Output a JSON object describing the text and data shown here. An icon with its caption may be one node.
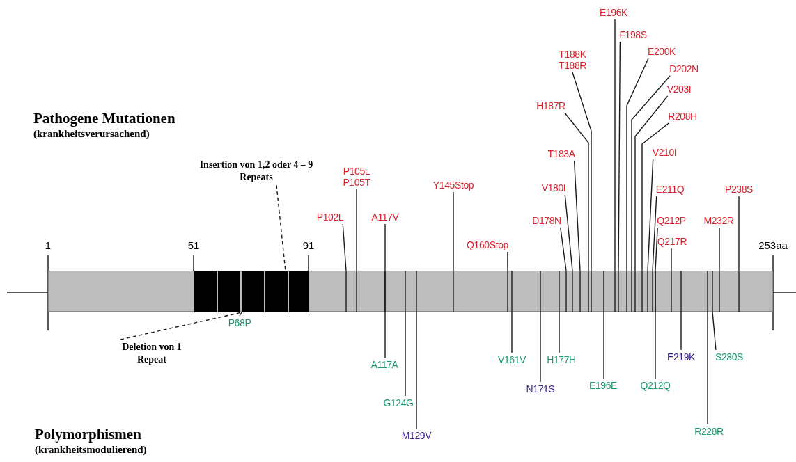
{
  "diagram": {
    "nodes": [
      {
        "text": [],
        "shape": "bar"
      },
      {
        "text": [],
        "shape": "box",
        "in": 0
      },
      {
        "text": [],
        "shape": "box",
        "in": 0
      },
      {
        "text": [],
        "shape": "box",
        "in": 0
      },
      {
        "text": [],
        "shape": "box",
        "in": 0
      },
      {
        "text": [],
        "shape": "box",
        "in": 0
      },
      {
        "text": [
          "Insertion von 1,2 oder 4 – 9 Repeats"
        ]
      },
      {
        "text": [
          "Deletion von 1 Repeat"
        ]
      },
      {
        "text": [
          "P102L"
        ]
      },
      {
        "text": [
          "P105L P105T"
        ]
      },
      {
        "text": [
          "A117V"
        ]
      },
      {
        "text": [
          "Y145Stop"
        ]
      },
      {
        "text": [
          "Q160Stop"
        ]
      },
      {
        "text": [
          "D178N"
        ]
      },
      {
        "text": [
          "V180I"
        ]
      },
      {
        "text": [
          "T183A"
        ]
      },
      {
        "text": [
          "H187R"
        ]
      },
      {
        "text": [
          "T188K T188R"
        ]
      },
      {
        "text": [
          "E196K"
        ]
      },
      {
        "text": [
          "F198S"
        ]
      },
      {
        "text": [
          "E200K"
        ]
      },
      {
        "text": [
          "D202N"
        ]
      },
      {
        "text": [
          "V203I"
        ]
      },
      {
        "text": [
          "R208H"
        ]
      },
      {
        "text": [
          "V210I"
        ]
      },
      {
        "text": [
          "E211Q"
        ]
      },
      {
        "text": [
          "Q212P"
        ]
      },
      {
        "text": [
          "Q217R"
        ]
      },
      {
        "text": [
          "M232R"
        ]
      },
      {
        "text": [
          "P238S"
        ]
      },
      {
        "text": [
          "P68P"
        ]
      },
      {
        "text": [
          "A117A"
        ]
      },
      {
        "text": [
          "G124G"
        ]
      },
      {
        "text": [
          "M129V"
        ]
      },
      {
        "text": [
          "V161V"
        ]
      },
      {
        "text": [
          "N171S"
        ]
      },
      {
        "text": [
          "H177H"
        ]
      },
      {
        "text": [
          "E196E"
        ]
      },
      {
        "text": [
          "Q212Q"
        ]
      },
      {
        "text": [
          "E219K"
        ]
      },
      {
        "text": [
          "R228R"
        ]
      },
      {
        "text": [
          "S230S"
        ]
      }
    ],
    "edges": [
      {
        "from": 6,
        "to": 4,
        "arrow": "none",
        "style": "dashed"
      },
      {
        "from": 7,
        "to": 3,
        "arrow": "none",
        "style": "dashed"
      },
      {
        "from": 8,
        "to": 0,
        "arrow": "none"
      },
      {
        "from": 9,
        "to": 0,
        "arrow": "none"
      },
      {
        "from": 10,
        "to": 0,
        "arrow": "none"
      },
      {
        "from": 11,
        "to": 0,
        "arrow": "none"
      },
      {
        "from": 12,
        "to": 0,
        "arrow": "none"
      },
      {
        "from": 13,
        "to": 0,
        "arrow": "none"
      },
      {
        "from": 14,
        "to": 0,
        "arrow": "none"
      },
      {
        "from": 15,
        "to": 0,
        "arrow": "none"
      },
      {
        "from": 16,
        "to": 0,
        "arrow": "none"
      },
      {
        "from": 17,
        "to": 0,
        "arrow": "none"
      },
      {
        "from": 18,
        "to": 0,
        "arrow": "none"
      },
      {
        "from": 19,
        "to": 0,
        "arrow": "none"
      },
      {
        "from": 20,
        "to": 0,
        "arrow": "none"
      },
      {
        "from": 21,
        "to": 0,
        "arrow": "none"
      },
      {
        "from": 22,
        "to": 0,
        "arrow": "none"
      },
      {
        "from": 23,
        "to": 0,
        "arrow": "none"
      },
      {
        "from": 24,
        "to": 0,
        "arrow": "none"
      },
      {
        "from": 25,
        "to": 0,
        "arrow": "none"
      },
      {
        "from": 26,
        "to": 0,
        "arrow": "none"
      },
      {
        "from": 27,
        "to": 0,
        "arrow": "none"
      },
      {
        "from": 28,
        "to": 0,
        "arrow": "none"
      },
      {
        "from": 29,
        "to": 0,
        "arrow": "none"
      },
      {
        "from": 30,
        "to": 3,
        "arrow": "none"
      },
      {
        "from": 31,
        "to": 0,
        "arrow": "none"
      },
      {
        "from": 32,
        "to": 0,
        "arrow": "none"
      },
      {
        "from": 33,
        "to": 0,
        "arrow": "none"
      },
      {
        "from": 34,
        "to": 0,
        "arrow": "none"
      },
      {
        "from": 35,
        "to": 0,
        "arrow": "none"
      },
      {
        "from": 36,
        "to": 0,
        "arrow": "none"
      },
      {
        "from": 37,
        "to": 0,
        "arrow": "none"
      },
      {
        "from": 38,
        "to": 0,
        "arrow": "none"
      },
      {
        "from": 39,
        "to": 0,
        "arrow": "none"
      },
      {
        "from": 40,
        "to": 0,
        "arrow": "none"
      },
      {
        "from": 41,
        "to": 0,
        "arrow": "none"
      }
    ],
    "labels": [
      "Pathogene Mutationen",
      "(krankheitsverursachend)",
      "1",
      "51",
      "91",
      "253aa",
      "Polymorphismen",
      "(krankheitsmodulierend)"
    ]
  }
}
